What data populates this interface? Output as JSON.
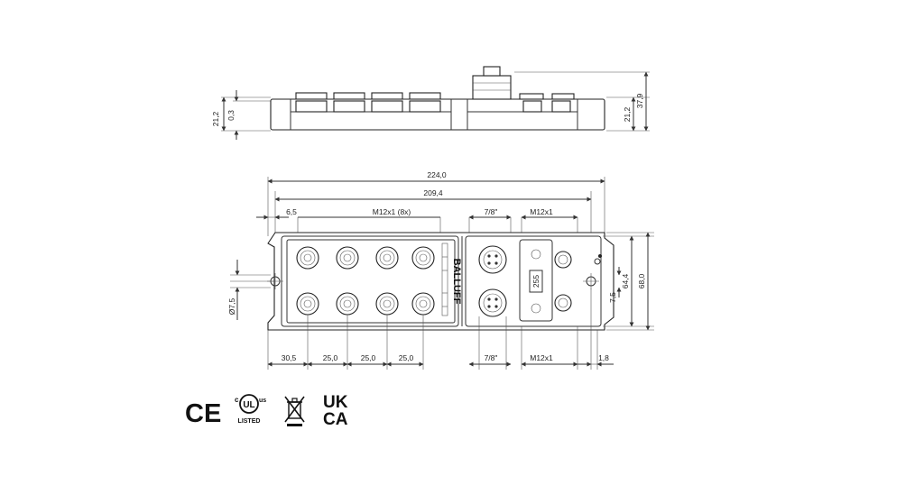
{
  "side_view": {
    "dims": {
      "left_height": "21,2",
      "left_gap": "0,3",
      "right_height": "21,2",
      "total_height": "37,9"
    }
  },
  "top_view": {
    "dims": {
      "overall_width": "224,0",
      "hole_spacing": "209,4",
      "edge_offset": "6,5",
      "port_label": "M12x1 (8x)",
      "power_label_top": "7/8\"",
      "m12_label_top": "M12x1",
      "hole_diameter": "Ø7,5",
      "inner_height": "64,4",
      "overall_height": "68,0",
      "right_hole_offset": "7,5",
      "bottom_30": "30,5",
      "bottom_25a": "25,0",
      "bottom_25b": "25,0",
      "bottom_25c": "25,0",
      "power_label_bottom": "7/8\"",
      "m12_label_bottom": "M12x1",
      "bottom_18": "1,8"
    },
    "brand": "BALLUFF",
    "display_value": "255"
  },
  "certifications": [
    {
      "name": "ce-mark",
      "text": "CE"
    },
    {
      "name": "culus-mark",
      "text": "c UL us",
      "sub": "LISTED"
    },
    {
      "name": "weee-mark",
      "text": ""
    },
    {
      "name": "ukca-mark",
      "text": "UK CA"
    }
  ]
}
